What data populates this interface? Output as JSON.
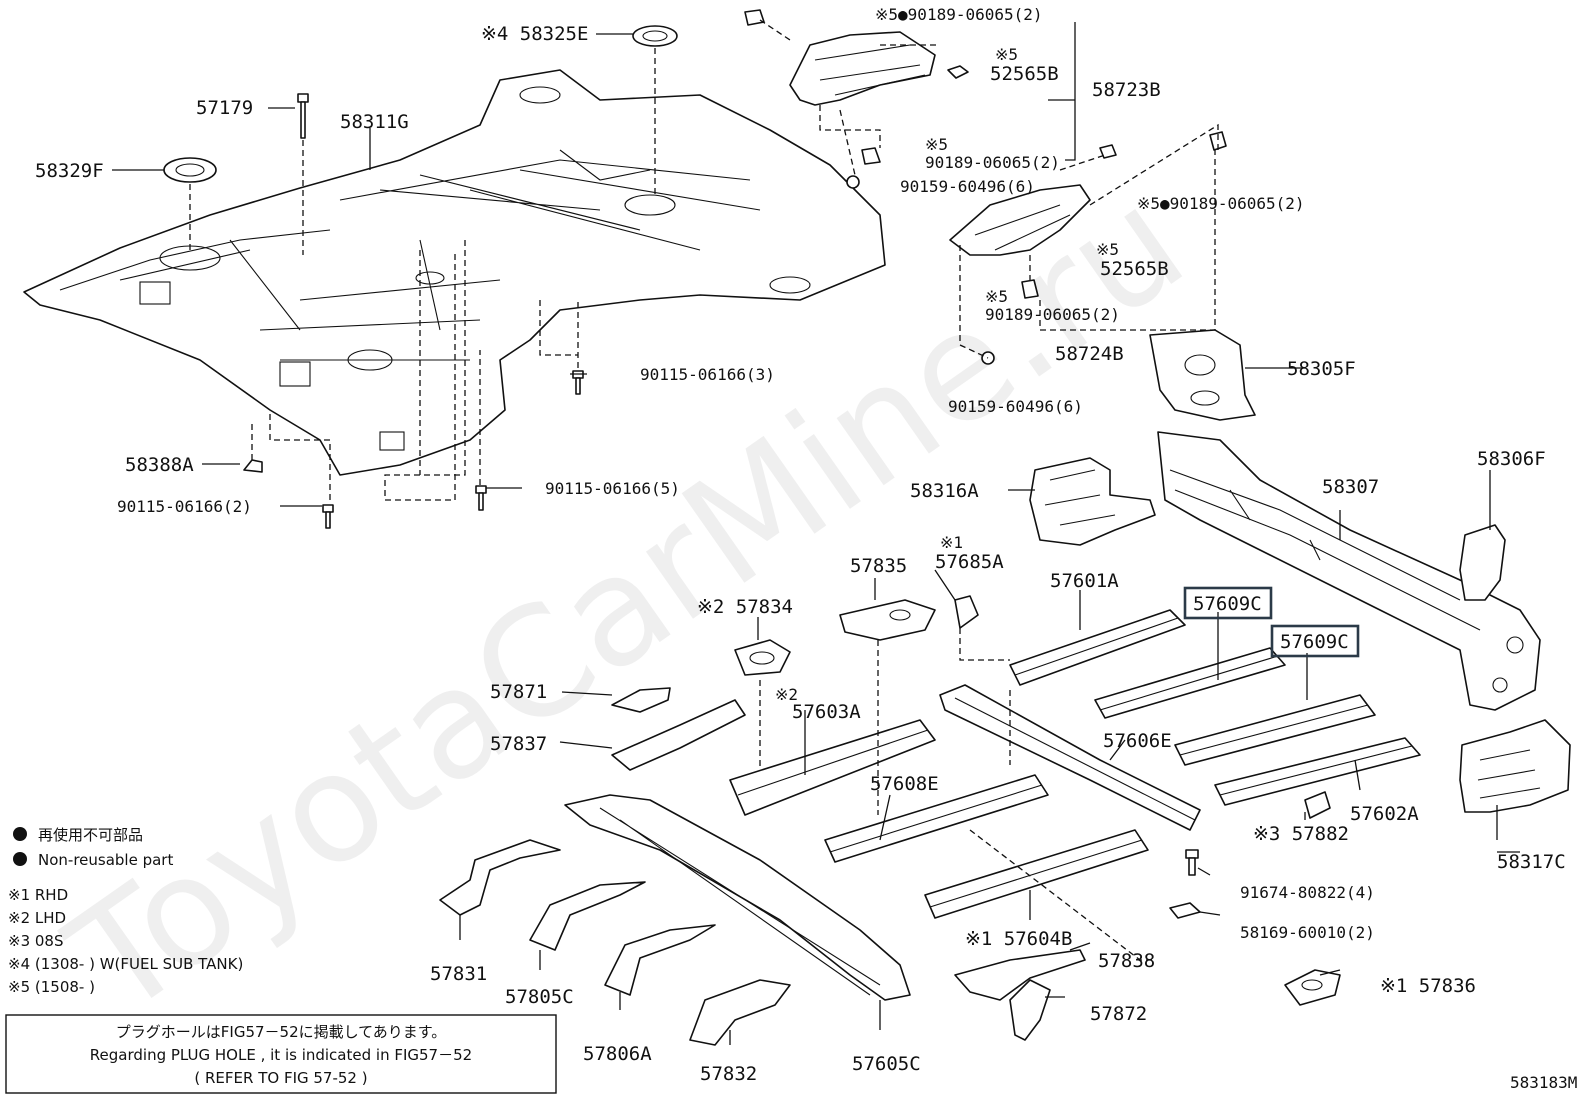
{
  "watermark": "ToyotaCarMine.ru",
  "figure_code": "583183M",
  "labels": {
    "p58325E": "※4 58325E",
    "p57179": "57179",
    "p58311G": "58311G",
    "p58329F": "58329F",
    "p58388A": "58388A",
    "p90115a": "90115-06166(2)",
    "p90115b": "90115-06166(3)",
    "p90115c": "90115-06166(5)",
    "p90189a": "※5●90189-06065(2)",
    "p52565Ba": "52565B",
    "p52565Ba_note": "※5",
    "p58723B": "58723B",
    "p90189b_note": "※5",
    "p90189b": "90189-06065(2)",
    "p90159a": "90159-60496(6)",
    "p90189c": "※5●90189-06065(2)",
    "p52565Bb_note": "※5",
    "p52565Bb": "52565B",
    "p90189d_note": "※5",
    "p90189d": "90189-06065(2)",
    "p58724B": "58724B",
    "p90159b": "90159-60496(6)",
    "p58305F": "58305F",
    "p58306F": "58306F",
    "p58307": "58307",
    "p58316A": "58316A",
    "p57685A_note": "※1",
    "p57685A": "57685A",
    "p57835": "57835",
    "p57834": "※2 57834",
    "p57601A": "57601A",
    "p57609C_1": "57609C",
    "p57609C_2": "57609C",
    "p57871": "57871",
    "p57603A_note": "※2",
    "p57603A": "57603A",
    "p57837": "57837",
    "p57606E": "57606E",
    "p57608E": "57608E",
    "p57602A": "57602A",
    "p57882": "※3 57882",
    "p58317C": "58317C",
    "p91674": "91674-80822(4)",
    "p58169": "58169-60010(2)",
    "p57831": "57831",
    "p57805C": "57805C",
    "p57604B": "※1 57604B",
    "p57838": "57838",
    "p57836": "※1 57836",
    "p57806A": "57806A",
    "p57872": "57872",
    "p57832": "57832",
    "p57605C": "57605C"
  },
  "legend": {
    "jp": "再使用不可部品",
    "en": "Non-reusable part",
    "notes": [
      "※1 RHD",
      "※2 LHD",
      "※3 08S",
      "※4 (1308-      ) W(FUEL SUB TANK)",
      "※5 (1508-      )"
    ]
  },
  "note_box": {
    "line1": "プラグホールはFIG57－52に掲載してあります。",
    "line2": "Regarding PLUG HOLE , it is indicated in FIG57－52",
    "line3": "(  REFER TO FIG 57-52  )"
  }
}
